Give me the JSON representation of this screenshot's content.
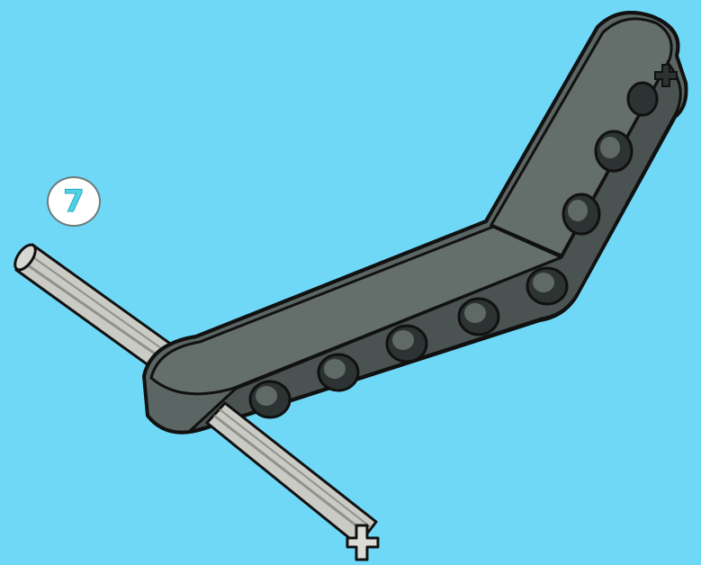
{
  "instruction": {
    "step_number": "7"
  },
  "colors": {
    "background": "#6fd8f7",
    "beam": "#596461",
    "beam_dark": "#3e4745",
    "axle": "#c4c6bf",
    "outline": "#111111",
    "badge_text": "#4fd2e6"
  },
  "parts": [
    {
      "name": "bent-beam",
      "kind": "technic-liftarm-bent",
      "holes": 9
    },
    {
      "name": "axle",
      "kind": "technic-axle"
    }
  ]
}
